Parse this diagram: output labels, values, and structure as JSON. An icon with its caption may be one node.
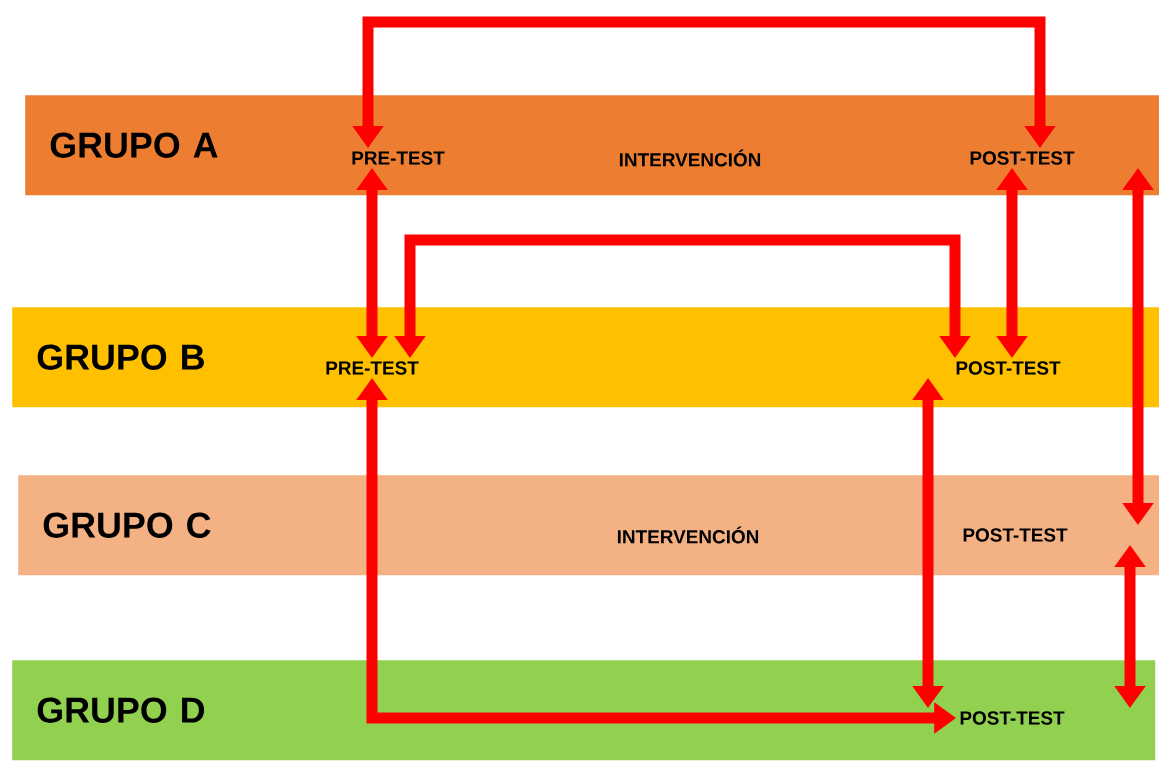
{
  "diagram": {
    "nodes": [
      {
        "text": [
          "GRUPO A"
        ]
      },
      {
        "text": [
          "PRE-TEST"
        ],
        "in": 0
      },
      {
        "text": [
          "INTERVENCIÓN"
        ],
        "in": 0
      },
      {
        "text": [
          "POST-TEST"
        ],
        "in": 0
      },
      {
        "text": [
          "GRUPO B"
        ]
      },
      {
        "text": [
          "PRE-TEST"
        ],
        "in": 4
      },
      {
        "text": [
          "POST-TEST"
        ],
        "in": 4
      },
      {
        "text": [
          "GRUPO C"
        ]
      },
      {
        "text": [
          "INTERVENCIÓN"
        ],
        "in": 7
      },
      {
        "text": [
          "POST-TEST"
        ],
        "in": 7
      },
      {
        "text": [
          "GRUPO D"
        ]
      },
      {
        "text": [
          "POST-TEST"
        ],
        "in": 10
      }
    ],
    "edges": [
      {
        "from": 1,
        "to": 3,
        "arrow": "both"
      },
      {
        "from": 1,
        "to": 5,
        "arrow": "both"
      },
      {
        "from": 5,
        "to": 6,
        "arrow": "both"
      },
      {
        "from": 3,
        "to": 6,
        "arrow": "both"
      },
      {
        "from": 3,
        "to": 9,
        "arrow": "both"
      },
      {
        "from": 6,
        "to": 11,
        "arrow": "both"
      },
      {
        "from": 5,
        "to": 11,
        "arrow": "both"
      },
      {
        "from": 9,
        "to": 11,
        "arrow": "both"
      }
    ]
  }
}
